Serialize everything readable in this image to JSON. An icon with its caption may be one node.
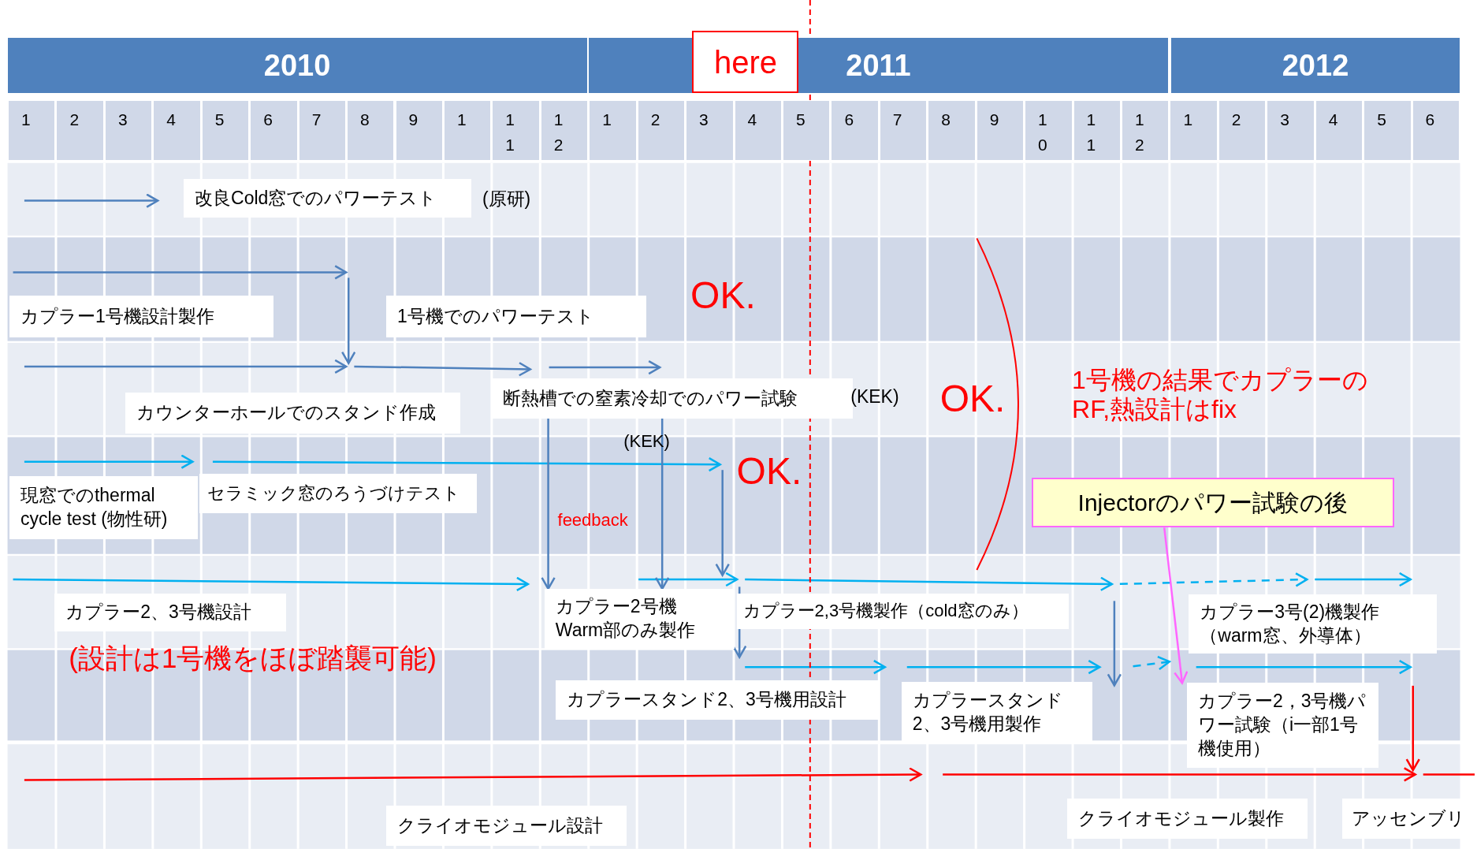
{
  "diagram": {
    "nodes": [
      {
        "text": [
          "here"
        ]
      },
      {
        "text": [
          "改良Cold窓でのパワーテスト"
        ],
        "beside": [
          "(原研)"
        ]
      },
      {
        "text": [
          "カプラー1号機設計製作"
        ]
      },
      {
        "text": [
          "1号機でのパワーテスト"
        ]
      },
      {
        "text": [
          "カウンターホールでのスタンド作成"
        ]
      },
      {
        "text": [
          "断熱槽での窒素冷却でのパワー試験"
        ],
        "beside": [
          "(KEK)"
        ]
      },
      {
        "text": [
          "現窓でのthermal cycle test (物性研)"
        ]
      },
      {
        "text": [
          "セラミック窓のろうづけテスト"
        ]
      },
      {
        "text": [
          "Injectorのパワー試験の後"
        ]
      },
      {
        "text": [
          "カプラー2、3号機設計"
        ],
        "beside": [
          "(設計は1号機をほぼ踏襲可能)"
        ]
      },
      {
        "text": [
          "カプラー2号機Warm部のみ製作"
        ]
      },
      {
        "text": [
          "カプラー2,3号機製作（cold窓のみ）"
        ]
      },
      {
        "text": [
          "カプラー3号(2)機製作（warm窓、外導体）"
        ]
      },
      {
        "text": [
          "カプラースタンド2、3号機用設計"
        ]
      },
      {
        "text": [
          "カプラースタンド2、3号機用製作"
        ]
      },
      {
        "text": [
          "カプラー2，3号機パワー試験（i一部1号機使用）"
        ]
      },
      {
        "text": [
          "クライオモジュール設計"
        ]
      },
      {
        "text": [
          "クライオモジュール製作"
        ]
      },
      {
        "text": [
          "アッセンブリ"
        ]
      }
    ],
    "edges": [
      {
        "from": 5,
        "to": 10,
        "arrow": "to"
      },
      {
        "from": 5,
        "to": 10,
        "arrow": "to"
      },
      {
        "from": 8,
        "to": 15,
        "arrow": "to",
        "color": "#ff66ff"
      },
      {
        "from": 4,
        "to": 5,
        "arrow": "to"
      }
    ],
    "labels": [
      "2010",
      "2011",
      "2012",
      "1",
      "2",
      "3",
      "4",
      "5",
      "6",
      "7",
      "8",
      "9",
      "1",
      "1 1",
      "1 2",
      "1",
      "2",
      "3",
      "4",
      "5",
      "6",
      "7",
      "8",
      "9",
      "1 0",
      "1 1",
      "1 2",
      "1",
      "2",
      "3",
      "4",
      "5",
      "6",
      "OK.",
      "1号機の結果でカプラーのRF,熱設計はfix",
      "OK.",
      "OK.",
      "(KEK)",
      "feedback"
    ]
  }
}
